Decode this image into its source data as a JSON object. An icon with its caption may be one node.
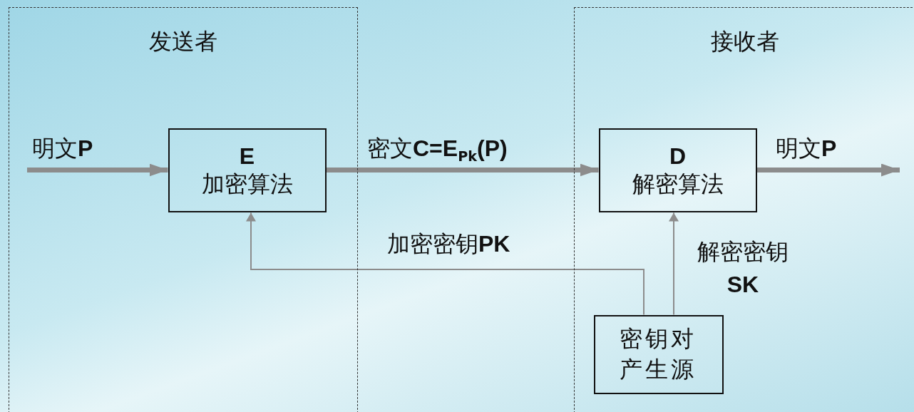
{
  "diagram": {
    "nodes": [
      {
        "text": [
          "发送者"
        ]
      },
      {
        "text": [
          "接收者"
        ]
      },
      {
        "text": [
          "E",
          "加密算法"
        ],
        "in": 0
      },
      {
        "text": [
          "D",
          "解密算法"
        ],
        "in": 1
      },
      {
        "text": [
          "密钥对产生源"
        ],
        "in": 1
      }
    ],
    "edges": [
      {
        "from": null,
        "to": 2,
        "arrow": "to",
        "label": "明文**P**"
      },
      {
        "from": 2,
        "to": 3,
        "arrow": "to",
        "label": "密文**C=E**$_{Pk}$**(P)**"
      },
      {
        "from": 3,
        "to": null,
        "arrow": "to",
        "label": "明文**P**"
      },
      {
        "from": 4,
        "to": 2,
        "arrow": "to",
        "label": "加密密钥**PK**"
      },
      {
        "from": 4,
        "to": 3,
        "arrow": "to",
        "label": "解密密钥**SK**"
      }
    ]
  }
}
